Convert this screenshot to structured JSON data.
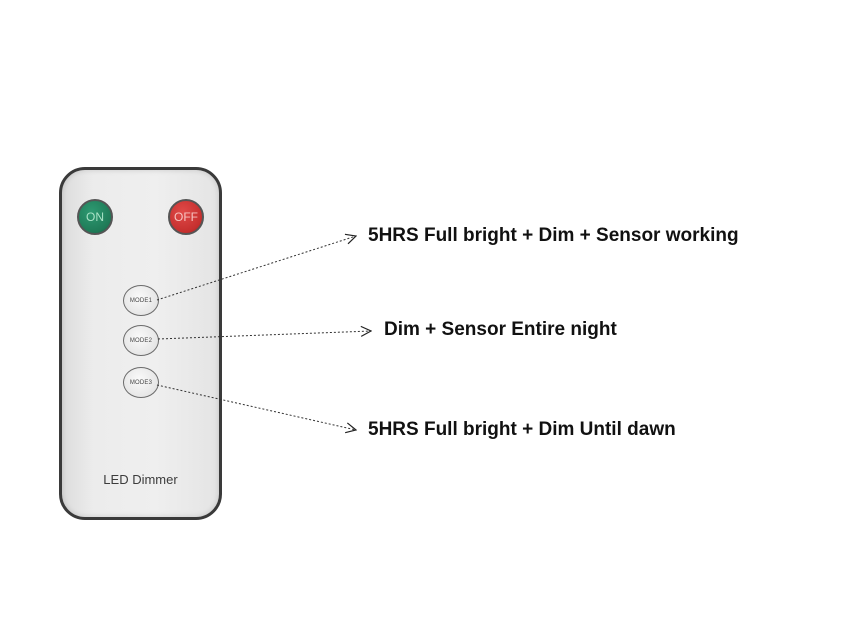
{
  "remote": {
    "on_label": "ON",
    "off_label": "OFF",
    "modes": [
      "MODE1",
      "MODE2",
      "MODE3"
    ],
    "device_label": "LED Dimmer"
  },
  "callouts": [
    "5HRS Full bright + Dim + Sensor working",
    "Dim + Sensor Entire night",
    "5HRS Full bright + Dim Until dawn"
  ],
  "colors": {
    "on_button": "#1f7a57",
    "off_button": "#c52f2e",
    "remote_body": "#ececec",
    "text": "#111111"
  }
}
